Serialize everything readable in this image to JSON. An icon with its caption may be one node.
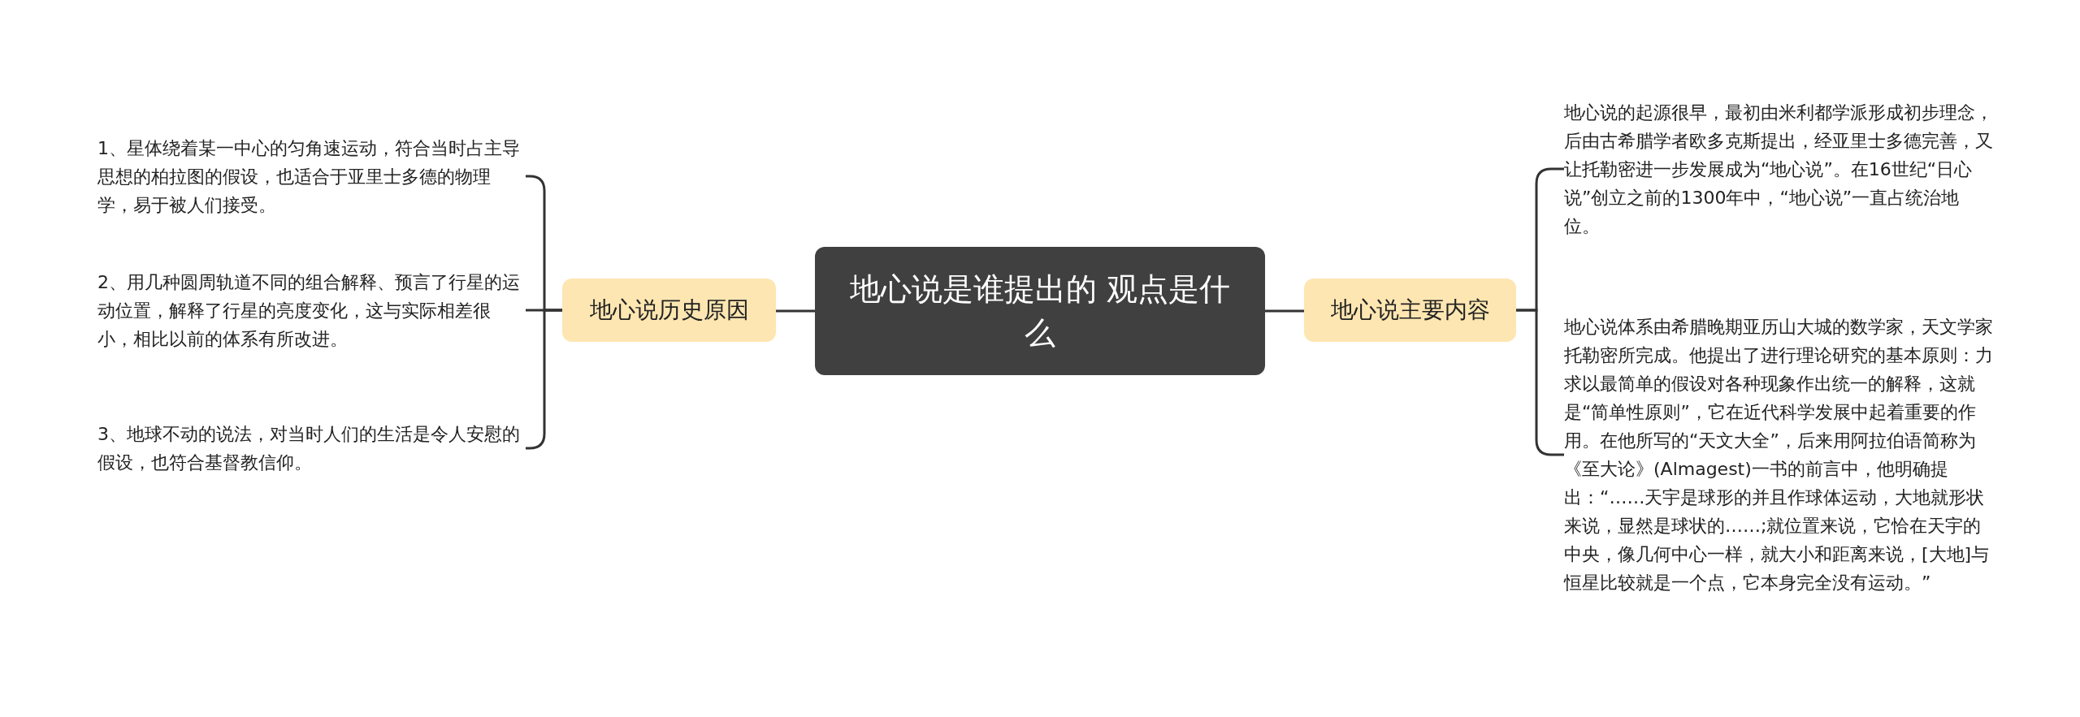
{
  "diagram": {
    "nodes": [
      {
        "text": [
          "地心说是谁提出的 观点是什么"
        ]
      },
      {
        "text": [
          "地心说历史原因"
        ]
      },
      {
        "text": [
          "1、星体绕着某一中心的匀角速运动，符合当时占主导思想的柏拉图的假设，也适合于亚里士多德的物理学，易于被人们接受。"
        ]
      },
      {
        "text": [
          "2、用几种圆周轨道不同的组合解释、预言了行星的运动位置，解释了行星的亮度变化，这与实际相差很小，相比以前的体系有所改进。"
        ]
      },
      {
        "text": [
          "3、地球不动的说法，对当时人们的生活是令人安慰的假设，也符合基督教信仰。"
        ]
      },
      {
        "text": [
          "地心说主要内容"
        ]
      },
      {
        "text": [
          "地心说的起源很早，最初由米利都学派形成初步理念，后由古希腊学者欧多克斯提出，经亚里士多德完善，又让托勒密进一步发展成为“地心说”。在16世纪“日心说”创立之前的1300年中，“地心说”一直占统治地位。"
        ]
      },
      {
        "text": [
          "地心说体系由希腊晚期亚历山大城的数学家，天文学家托勒密所完成。他提出了进行理论研究的基本原则：力求以最简单的假设对各种现象作出统一的解释，这就是“简单性原则”，它在近代科学发展中起着重要的作用。在他所写的“天文大全”，后来用阿拉伯语简称为《至大论》(Almagest)一书的前言中，他明确提出：“……天宇是球形的并且作球体运动，大地就形状来说，显然是球状的……;就位置来说，它恰在天宇的中央，像几何中心一样，就大小和距离来说，[大地]与恒星比较就是一个点，它本身完全没有运动。”"
        ]
      }
    ],
    "edges": [
      {
        "from": 0,
        "to": 1,
        "arrow": "none"
      },
      {
        "from": 1,
        "to": 2,
        "arrow": "none"
      },
      {
        "from": 1,
        "to": 3,
        "arrow": "none"
      },
      {
        "from": 1,
        "to": 4,
        "arrow": "none"
      },
      {
        "from": 0,
        "to": 5,
        "arrow": "none"
      },
      {
        "from": 5,
        "to": 6,
        "arrow": "none"
      },
      {
        "from": 5,
        "to": 7,
        "arrow": "none"
      }
    ]
  }
}
